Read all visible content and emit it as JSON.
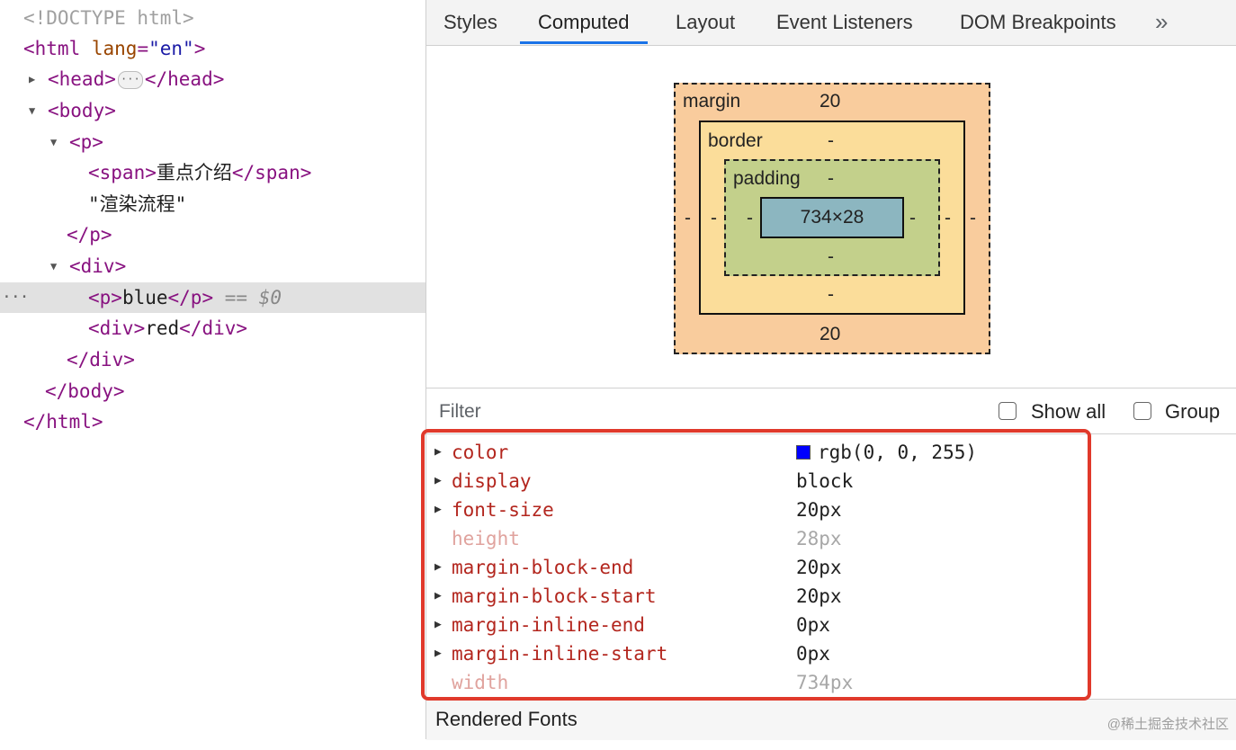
{
  "elements_tree": {
    "doctype": "<!DOCTYPE html>",
    "html_open_tag": "<html",
    "html_lang_attr": "lang",
    "html_lang_eq": "=",
    "html_lang_value": "\"en\"",
    "html_open_close": ">",
    "head_open": "<head>",
    "head_ellipsis": "···",
    "head_close": "</head>",
    "body_open": "<body>",
    "p_open": "<p>",
    "span_open": "<span>",
    "span_text": "重点介绍",
    "span_close": "</span>",
    "p_text": "\"渲染流程\"",
    "p_close": "</p>",
    "div_open": "<div>",
    "selected_p_open": "<p>",
    "selected_p_text": "blue",
    "selected_p_close": "</p>",
    "selected_eq": "==",
    "selected_ref": "$0",
    "selected_dots": "···",
    "inner_div_open": "<div>",
    "inner_div_text": "red",
    "inner_div_close": "</div>",
    "div_close": "</div>",
    "body_close": "</body>",
    "html_close": "</html>"
  },
  "tabs": [
    {
      "label": "Styles",
      "active": false
    },
    {
      "label": "Computed",
      "active": true
    },
    {
      "label": "Layout",
      "active": false
    },
    {
      "label": "Event Listeners",
      "active": false
    },
    {
      "label": "DOM Breakpoints",
      "active": false
    }
  ],
  "tabs_more": "»",
  "box_model": {
    "margin_label": "margin",
    "margin_top": "20",
    "margin_bottom": "20",
    "margin_left": "-",
    "margin_right": "-",
    "border_label": "border",
    "border_top": "-",
    "border_bottom": "-",
    "border_left": "-",
    "border_right": "-",
    "padding_label": "padding",
    "padding_top": "-",
    "padding_bottom": "-",
    "padding_left": "-",
    "padding_right": "-",
    "content": "734×28"
  },
  "filter": {
    "label": "Filter",
    "show_all": "Show all",
    "show_all_checked": false,
    "group": "Group",
    "group_checked": false
  },
  "properties": [
    {
      "name": "color",
      "value": "rgb(0, 0, 255)",
      "expandable": true,
      "inherited": false,
      "swatch": "#0000ff"
    },
    {
      "name": "display",
      "value": "block",
      "expandable": true,
      "inherited": false
    },
    {
      "name": "font-size",
      "value": "20px",
      "expandable": true,
      "inherited": false
    },
    {
      "name": "height",
      "value": "28px",
      "expandable": false,
      "inherited": true
    },
    {
      "name": "margin-block-end",
      "value": "20px",
      "expandable": true,
      "inherited": false
    },
    {
      "name": "margin-block-start",
      "value": "20px",
      "expandable": true,
      "inherited": false
    },
    {
      "name": "margin-inline-end",
      "value": "0px",
      "expandable": true,
      "inherited": false
    },
    {
      "name": "margin-inline-start",
      "value": "0px",
      "expandable": true,
      "inherited": false
    },
    {
      "name": "width",
      "value": "734px",
      "expandable": false,
      "inherited": true
    }
  ],
  "rendered_fonts": "Rendered Fonts",
  "watermark": "@稀土掘金技术社区",
  "colors": {
    "margin": "#f9cc9d",
    "border": "#fbdd9a",
    "padding": "#c3d08b",
    "content": "#8cb6c0",
    "highlight": "#e0392b",
    "active_tab": "#1a73e8"
  },
  "icons": {
    "expand": "triangle-right-icon",
    "collapse": "triangle-down-icon"
  }
}
